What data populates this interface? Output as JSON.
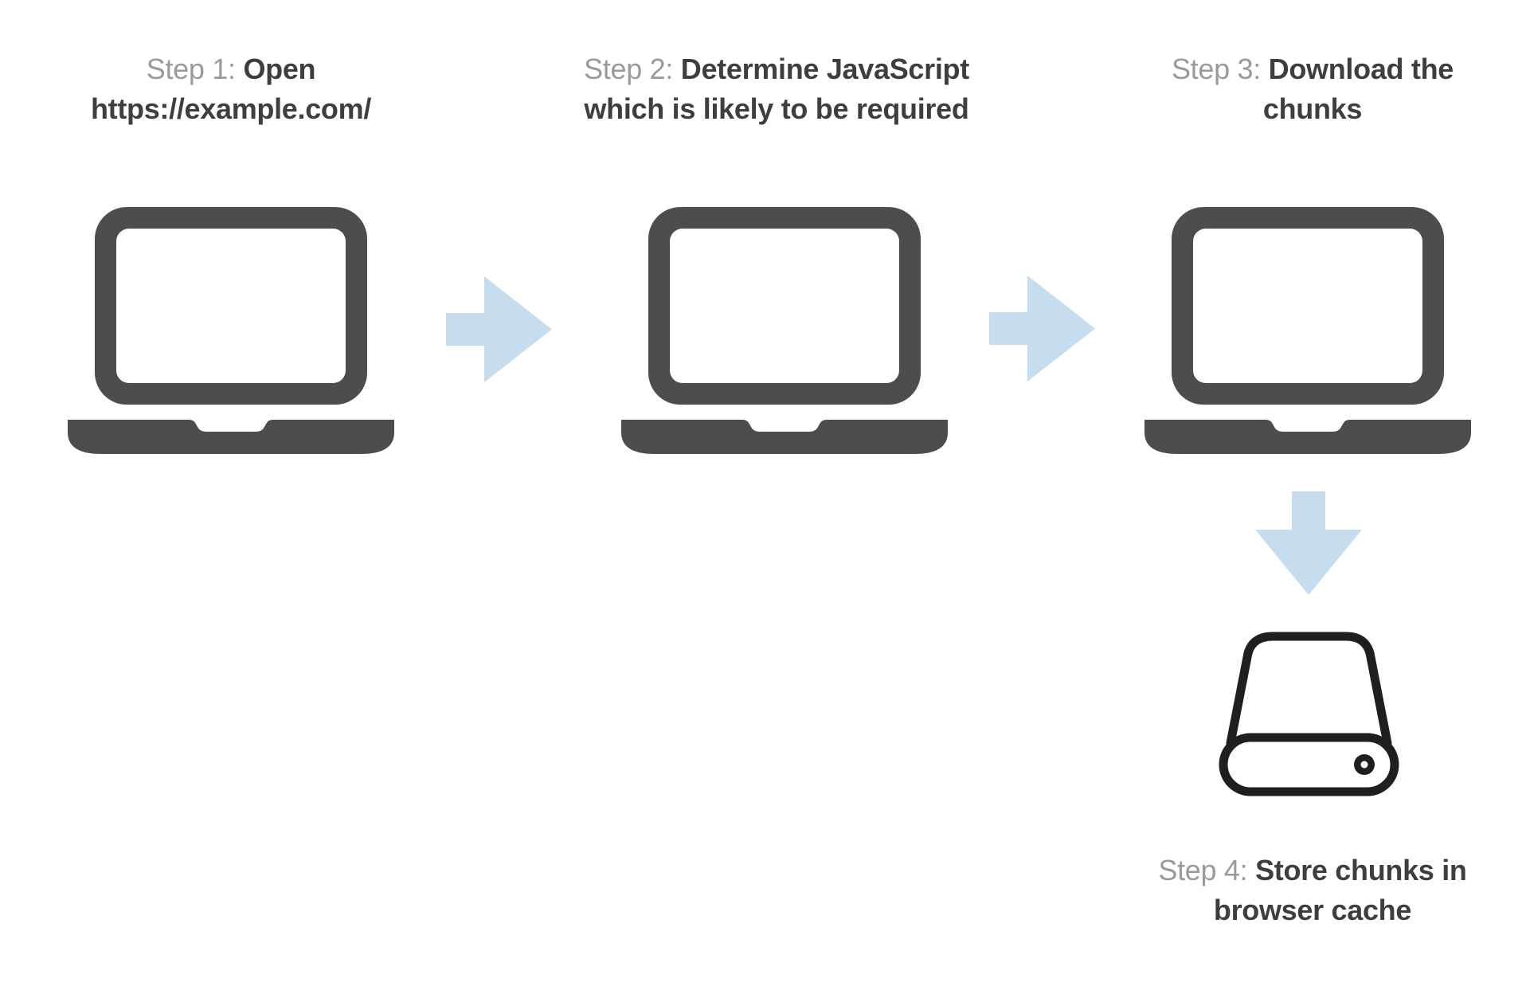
{
  "colors": {
    "background": "#ffffff",
    "label-gray": "#9a9a9a",
    "text-dark": "#3e3e3e",
    "laptop-gray": "#4d4d4d",
    "arrow-blue": "#c6dcef",
    "drive-outline": "#1f1f1f"
  },
  "steps": [
    {
      "prefix": "Step 1:",
      "title": "Open https://example.com/",
      "icon": "laptop-icon"
    },
    {
      "prefix": "Step 2:",
      "title": "Determine JavaScript which is likely to be required",
      "icon": "laptop-icon"
    },
    {
      "prefix": "Step 3:",
      "title": "Download the chunks",
      "icon": "laptop-icon"
    },
    {
      "prefix": "Step 4:",
      "title": "Store chunks in browser cache",
      "icon": "hard-drive-icon"
    }
  ],
  "connectors": [
    {
      "from": 1,
      "to": 2,
      "icon": "arrow-right-icon"
    },
    {
      "from": 2,
      "to": 3,
      "icon": "arrow-right-icon"
    },
    {
      "from": 3,
      "to": 4,
      "icon": "arrow-down-icon"
    }
  ]
}
